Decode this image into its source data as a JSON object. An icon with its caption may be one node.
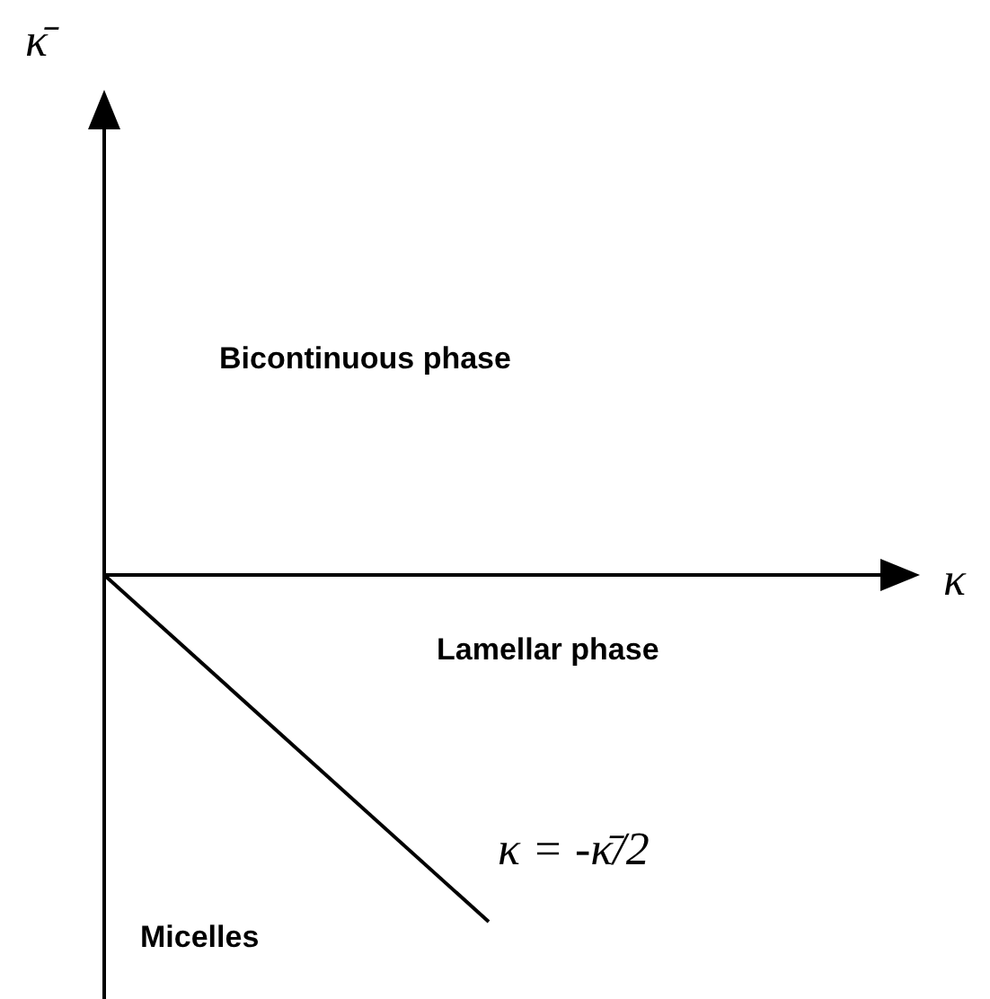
{
  "diagram": {
    "labels": [
      "κ̄",
      "Bicontinuous phase",
      "κ",
      "Lamellar phase",
      "κ = -κ̄/2",
      "Micelles"
    ]
  }
}
